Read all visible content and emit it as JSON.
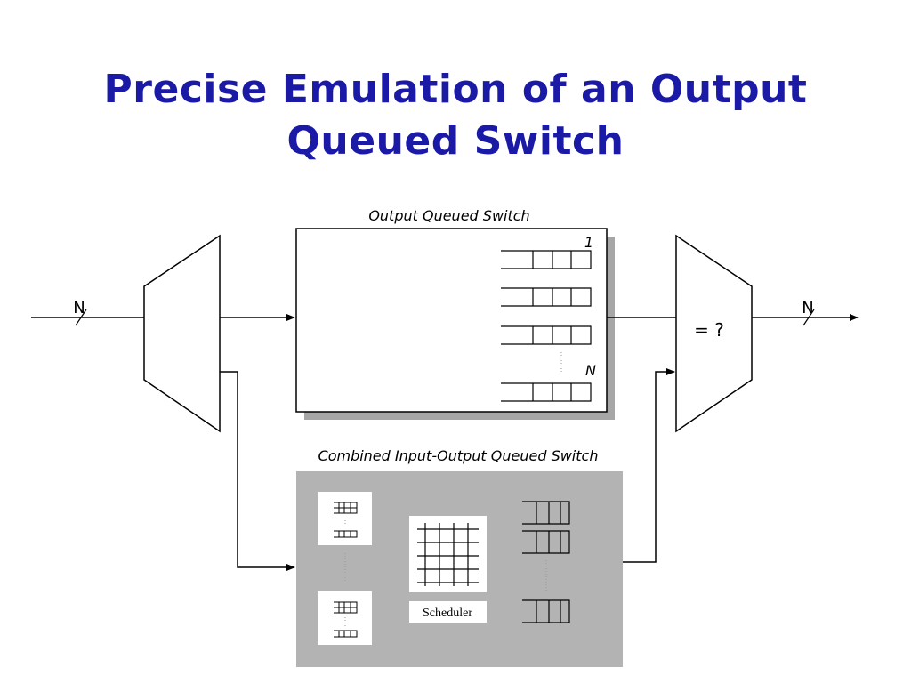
{
  "slide": {
    "title_line1": "Precise Emulation of an Output",
    "title_line2": "Queued Switch"
  },
  "diagram": {
    "oq_switch_label": "Output Queued Switch",
    "oq_first_index": "1",
    "oq_last_index": "N",
    "cioq_switch_label": "Combined Input-Output Queued Switch",
    "scheduler_label": "Scheduler",
    "input_bus_label": "N",
    "output_bus_label": "N",
    "compare_label": "= ?",
    "colors": {
      "title": "#1a1aa6",
      "cioq_background": "#b3b3b3",
      "oq_shadow": "#a6a6a6"
    }
  }
}
